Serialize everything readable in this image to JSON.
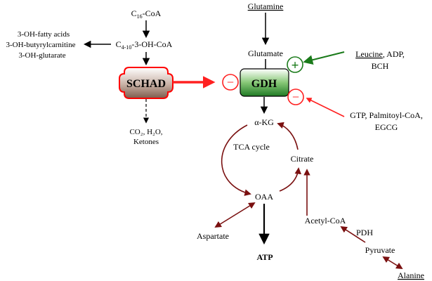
{
  "labels": {
    "c16_coa_base": "C",
    "c16_coa_sub": "16",
    "c16_coa_tail": "-CoA",
    "c4_10_base": "C",
    "c4_10_sub": "4-10",
    "c4_10_tail": "-3-OH-CoA",
    "fatty_acids": "3-OH-fatty acids",
    "butyrylcarnitine": "3-OH-butyrylcarnitine",
    "glutarate": "3-OH-glutarate",
    "schad": "SCHAD",
    "ketones_line1": "CO₂, H₂O,",
    "ketones_line2": "Ketones",
    "glutamine": "Glutamine",
    "glutamate": "Glutamate",
    "gdh": "GDH",
    "activators_line1_underlined": "Leucine",
    "activators_line1_rest": ", ADP,",
    "activators_line2": "BCH",
    "inhibitors_line1": "GTP, Palmitoyl-CoA,",
    "inhibitors_line2": "EGCG",
    "akg": "α-KG",
    "tca_cycle": "TCA cycle",
    "citrate": "Citrate",
    "oaa": "OAA",
    "aspartate": "Aspartate",
    "atp": "ATP",
    "acetyl_coa": "Acetyl-CoA",
    "pdh": "PDH",
    "pyruvate": "Pyruvate",
    "alanine": "Alanine",
    "plus_sign": "+",
    "minus_sign": "−"
  },
  "colors": {
    "black": "#000000",
    "red": "#ff2020",
    "green": "#1a7a1a",
    "dark_red": "#7a1010",
    "schad_border": "#ff0000"
  }
}
